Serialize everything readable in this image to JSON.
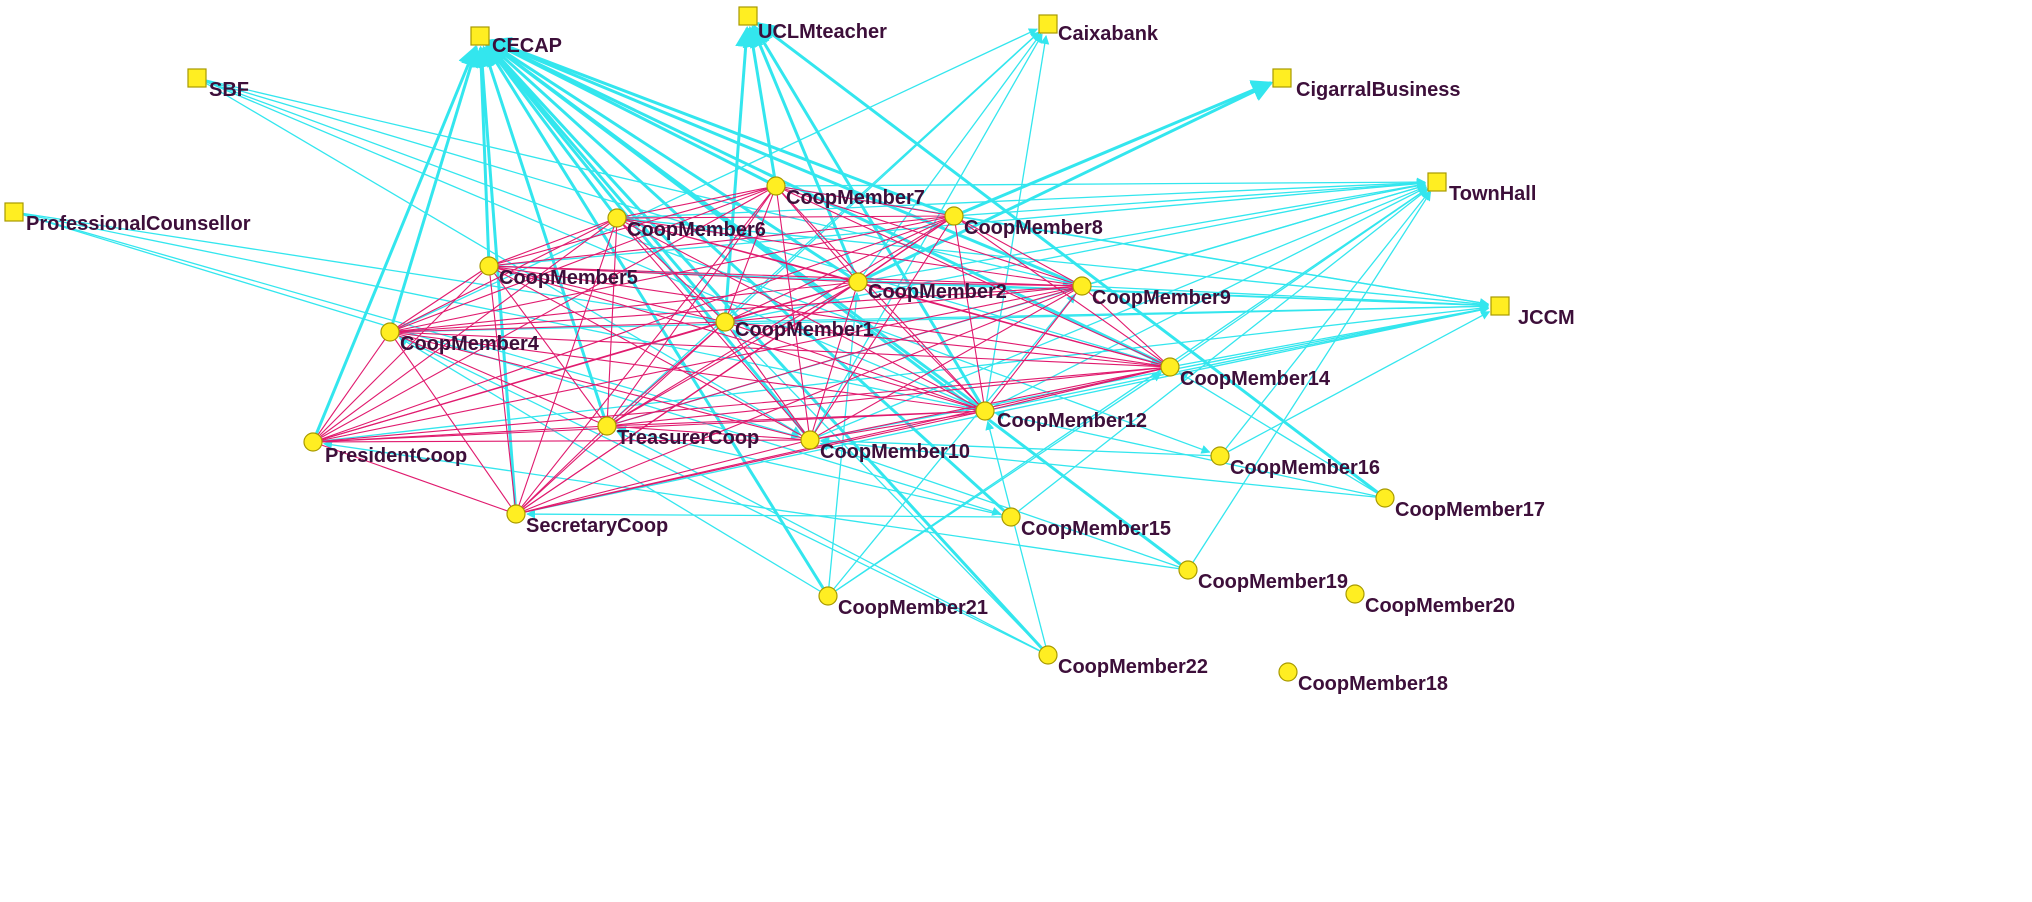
{
  "colors": {
    "external_edge": "#33e6ee",
    "member_edge": "#e01a6e",
    "node_fill": "#ffee22",
    "node_stroke": "#a89a00",
    "label": "#3d0f3a"
  },
  "nodes": [
    {
      "id": "CECAP",
      "label": "CECAP",
      "shape": "square"
    },
    {
      "id": "UCLMteacher",
      "label": "UCLMteacher",
      "shape": "square"
    },
    {
      "id": "Caixabank",
      "label": "Caixabank",
      "shape": "square"
    },
    {
      "id": "CigarralBusiness",
      "label": "CigarralBusiness",
      "shape": "square"
    },
    {
      "id": "SBF",
      "label": "SBF",
      "shape": "square"
    },
    {
      "id": "ProfessionalCounsellor",
      "label": "ProfessionalCounsellor",
      "shape": "square"
    },
    {
      "id": "TownHall",
      "label": "TownHall",
      "shape": "square"
    },
    {
      "id": "JCCM",
      "label": "JCCM",
      "shape": "square"
    },
    {
      "id": "CoopMember7",
      "label": "CoopMember7",
      "shape": "circle"
    },
    {
      "id": "CoopMember6",
      "label": "CoopMember6",
      "shape": "circle"
    },
    {
      "id": "CoopMember8",
      "label": "CoopMember8",
      "shape": "circle"
    },
    {
      "id": "CoopMember5",
      "label": "CoopMember5",
      "shape": "circle"
    },
    {
      "id": "CoopMember2",
      "label": "CoopMember2",
      "shape": "circle"
    },
    {
      "id": "CoopMember9",
      "label": "CoopMember9",
      "shape": "circle"
    },
    {
      "id": "CoopMember4",
      "label": "CoopMember4",
      "shape": "circle"
    },
    {
      "id": "CoopMember1",
      "label": "CoopMember1",
      "shape": "circle"
    },
    {
      "id": "CoopMember14",
      "label": "CoopMember14",
      "shape": "circle"
    },
    {
      "id": "CoopMember12",
      "label": "CoopMember12",
      "shape": "circle"
    },
    {
      "id": "PresidentCoop",
      "label": "PresidentCoop",
      "shape": "circle"
    },
    {
      "id": "TreasurerCoop",
      "label": "TreasurerCoop",
      "shape": "circle"
    },
    {
      "id": "CoopMember10",
      "label": "CoopMember10",
      "shape": "circle"
    },
    {
      "id": "CoopMember16",
      "label": "CoopMember16",
      "shape": "circle"
    },
    {
      "id": "CoopMember17",
      "label": "CoopMember17",
      "shape": "circle"
    },
    {
      "id": "SecretaryCoop",
      "label": "SecretaryCoop",
      "shape": "circle"
    },
    {
      "id": "CoopMember15",
      "label": "CoopMember15",
      "shape": "circle"
    },
    {
      "id": "CoopMember19",
      "label": "CoopMember19",
      "shape": "circle"
    },
    {
      "id": "CoopMember20",
      "label": "CoopMember20",
      "shape": "circle"
    },
    {
      "id": "CoopMember21",
      "label": "CoopMember21",
      "shape": "circle"
    },
    {
      "id": "CoopMember22",
      "label": "CoopMember22",
      "shape": "circle"
    },
    {
      "id": "CoopMember18",
      "label": "CoopMember18",
      "shape": "circle"
    }
  ],
  "core_members": [
    "CoopMember7",
    "CoopMember6",
    "CoopMember8",
    "CoopMember5",
    "CoopMember2",
    "CoopMember9",
    "CoopMember4",
    "CoopMember1",
    "CoopMember14",
    "CoopMember12",
    "PresidentCoop",
    "TreasurerCoop",
    "CoopMember10",
    "SecretaryCoop"
  ],
  "external_edges": [
    [
      "PresidentCoop",
      "CECAP"
    ],
    [
      "SecretaryCoop",
      "CECAP"
    ],
    [
      "TreasurerCoop",
      "CECAP"
    ],
    [
      "CoopMember4",
      "CECAP"
    ],
    [
      "CoopMember5",
      "CECAP"
    ],
    [
      "CoopMember6",
      "CECAP"
    ],
    [
      "CoopMember7",
      "CECAP"
    ],
    [
      "CoopMember1",
      "CECAP"
    ],
    [
      "CoopMember2",
      "CECAP"
    ],
    [
      "CoopMember10",
      "CECAP"
    ],
    [
      "CoopMember12",
      "CECAP"
    ],
    [
      "CoopMember14",
      "CECAP"
    ],
    [
      "CoopMember9",
      "CECAP"
    ],
    [
      "CoopMember8",
      "CECAP"
    ],
    [
      "CoopMember15",
      "CECAP"
    ],
    [
      "CoopMember19",
      "CECAP"
    ],
    [
      "CoopMember21",
      "CECAP"
    ],
    [
      "CoopMember22",
      "CECAP"
    ],
    [
      "CoopMember1",
      "UCLMteacher"
    ],
    [
      "CoopMember2",
      "UCLMteacher"
    ],
    [
      "CoopMember7",
      "UCLMteacher"
    ],
    [
      "CoopMember12",
      "UCLMteacher"
    ],
    [
      "CoopMember17",
      "UCLMteacher"
    ],
    [
      "CoopMember4",
      "Caixabank"
    ],
    [
      "CoopMember1",
      "Caixabank"
    ],
    [
      "CoopMember2",
      "Caixabank"
    ],
    [
      "CoopMember10",
      "Caixabank"
    ],
    [
      "TreasurerCoop",
      "Caixabank"
    ],
    [
      "CoopMember12",
      "Caixabank"
    ],
    [
      "CoopMember8",
      "CigarralBusiness"
    ],
    [
      "CoopMember2",
      "CigarralBusiness"
    ],
    [
      "SBF",
      "CoopMember9"
    ],
    [
      "SBF",
      "CoopMember14"
    ],
    [
      "SBF",
      "CoopMember10"
    ],
    [
      "SBF",
      "CoopMember12"
    ],
    [
      "SBF",
      "CoopMember16"
    ],
    [
      "ProfessionalCounsellor",
      "CoopMember1"
    ],
    [
      "ProfessionalCounsellor",
      "CoopMember10"
    ],
    [
      "ProfessionalCounsellor",
      "CoopMember15"
    ],
    [
      "ProfessionalCounsellor",
      "CoopMember12"
    ],
    [
      "CoopMember7",
      "TownHall"
    ],
    [
      "CoopMember8",
      "TownHall"
    ],
    [
      "CoopMember5",
      "TownHall"
    ],
    [
      "CoopMember2",
      "TownHall"
    ],
    [
      "CoopMember9",
      "TownHall"
    ],
    [
      "CoopMember1",
      "TownHall"
    ],
    [
      "CoopMember14",
      "TownHall"
    ],
    [
      "CoopMember12",
      "TownHall"
    ],
    [
      "CoopMember10",
      "TownHall"
    ],
    [
      "TreasurerCoop",
      "TownHall"
    ],
    [
      "CoopMember16",
      "TownHall"
    ],
    [
      "CoopMember19",
      "TownHall"
    ],
    [
      "CoopMember15",
      "TownHall"
    ],
    [
      "CoopMember21",
      "TownHall"
    ],
    [
      "CoopMember6",
      "TownHall"
    ],
    [
      "CoopMember4",
      "JCCM"
    ],
    [
      "CoopMember5",
      "JCCM"
    ],
    [
      "CoopMember2",
      "JCCM"
    ],
    [
      "CoopMember9",
      "JCCM"
    ],
    [
      "CoopMember1",
      "JCCM"
    ],
    [
      "CoopMember14",
      "JCCM"
    ],
    [
      "CoopMember12",
      "JCCM"
    ],
    [
      "CoopMember10",
      "JCCM"
    ],
    [
      "PresidentCoop",
      "JCCM"
    ],
    [
      "SecretaryCoop",
      "JCCM"
    ],
    [
      "CoopMember7",
      "JCCM"
    ],
    [
      "CoopMember6",
      "JCCM"
    ],
    [
      "CoopMember16",
      "JCCM"
    ],
    [
      "CoopMember8",
      "JCCM"
    ],
    [
      "CoopMember21",
      "CoopMember2"
    ],
    [
      "CoopMember21",
      "CoopMember14"
    ],
    [
      "CoopMember21",
      "CoopMember9"
    ],
    [
      "CoopMember21",
      "CoopMember4"
    ],
    [
      "CoopMember22",
      "CoopMember12"
    ],
    [
      "CoopMember22",
      "CoopMember4"
    ],
    [
      "CoopMember22",
      "TreasurerCoop"
    ],
    [
      "CoopMember22",
      "CoopMember1"
    ],
    [
      "CoopMember19",
      "CoopMember10"
    ],
    [
      "CoopMember19",
      "PresidentCoop"
    ],
    [
      "CoopMember15",
      "SecretaryCoop"
    ],
    [
      "CoopMember15",
      "TreasurerCoop"
    ],
    [
      "CoopMember16",
      "CoopMember10"
    ],
    [
      "CoopMember17",
      "CoopMember12"
    ],
    [
      "CoopMember17",
      "CoopMember10"
    ],
    [
      "CoopMember17",
      "CoopMember14"
    ]
  ]
}
